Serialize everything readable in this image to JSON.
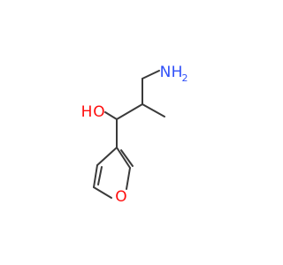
{
  "molecule": {
    "atoms": {
      "amine_n": {
        "text": "N",
        "color": "#3050f8"
      },
      "amine_h": {
        "text": "H",
        "color": "#3050f8"
      },
      "amine_h_sub": {
        "text": "2",
        "color": "#3050f8"
      },
      "hydroxyl_h": {
        "text": "H",
        "color": "#ff0d0d"
      },
      "hydroxyl_o": {
        "text": "O",
        "color": "#ff0d0d"
      },
      "furan_o": {
        "text": "O",
        "color": "#ff0d0d"
      }
    },
    "bond_color": "#3a3a3a"
  }
}
